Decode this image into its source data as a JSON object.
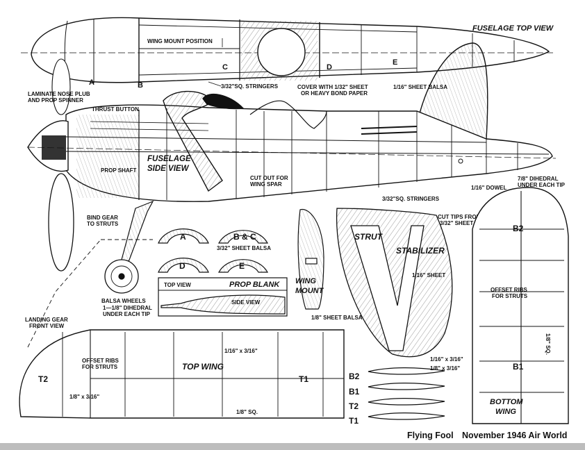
{
  "views": {
    "fuselage_top": "FUSELAGE TOP VIEW",
    "fuselage_side_1": "FUSELAGE",
    "fuselage_side_2": "SIDE VIEW",
    "landing_gear_1": "LANDING GEAR",
    "landing_gear_2": "FRONT VIEW",
    "top_wing": "TOP WING",
    "bottom_wing_1": "BOTTOM",
    "bottom_wing_2": "WING",
    "prop_blank": "PROP BLANK",
    "prop_top_view": "TOP VIEW",
    "prop_side_view": "SIDE VIEW",
    "wing_mount_1": "WING",
    "wing_mount_2": "MOUNT",
    "strut": "STRUT",
    "stabilizer": "STABILIZER"
  },
  "parts": {
    "A": "A",
    "B": "B",
    "C": "C",
    "D": "D",
    "E": "E",
    "B_and_C": "B & C",
    "B2": "B2",
    "B1": "B1",
    "T2": "T2",
    "T1": "T1"
  },
  "notes": {
    "wing_mount_position": "WING MOUNT POSITION",
    "stringers_top": "3/32\"SQ. STRINGERS",
    "laminate_1": "LAMINATE NOSE PLUB",
    "laminate_2": "AND PROP SPINNER",
    "thrust_button": "THRUST BUTTON",
    "cover_1": "COVER WITH 1/32\" SHEET",
    "cover_2": "OR HEAVY BOND PAPER",
    "sheet_balsa_116": "1/16\" SHEET BALSA",
    "prop_shaft": "PROP SHAFT",
    "cut_out_1": "CUT OUT FOR",
    "cut_out_2": "WING SPAR",
    "dowel": "1/16\" DOWEL",
    "dihedral_top_1": "7/8\" DIHEDRAL",
    "dihedral_top_2": "UNDER EACH TIP",
    "stringers_side": "3/32\"SQ. STRINGERS",
    "bind_gear_1": "BIND GEAR",
    "bind_gear_2": "TO STRUTS",
    "cut_tips_1": "CUT TIPS FROM",
    "cut_tips_2": "3/32\" SHEET",
    "sheet_balsa_332": "3/32\" SHEET BALSA",
    "sheet_116": "1/16\" SHEET",
    "balsa_wheels": "BALSA WHEELS",
    "dihedral_gear_1": "1—1/8\" DIHEDRAL",
    "dihedral_gear_2": "UNDER EACH TIP",
    "sheet_balsa_18": "1/8\" SHEET BALSA",
    "offset_ribs_1": "OFFSET RIBS",
    "offset_ribs_2": "FOR STRUTS",
    "strip_116x316_top": "1/16\" x 3/16\"",
    "strip_18x316_wing": "1/8\" x 3/16\"",
    "strip_18sq": "1/8\" SQ.",
    "strip_116x316_bottom": "1/16\" x 3/16\"",
    "strip_18x316_bottom": "1/8\" x 3/16\"",
    "strip_18sq_vertical": "1/8\" SQ."
  },
  "footer": {
    "title": "Flying Fool",
    "source": "November 1946 Air World"
  }
}
